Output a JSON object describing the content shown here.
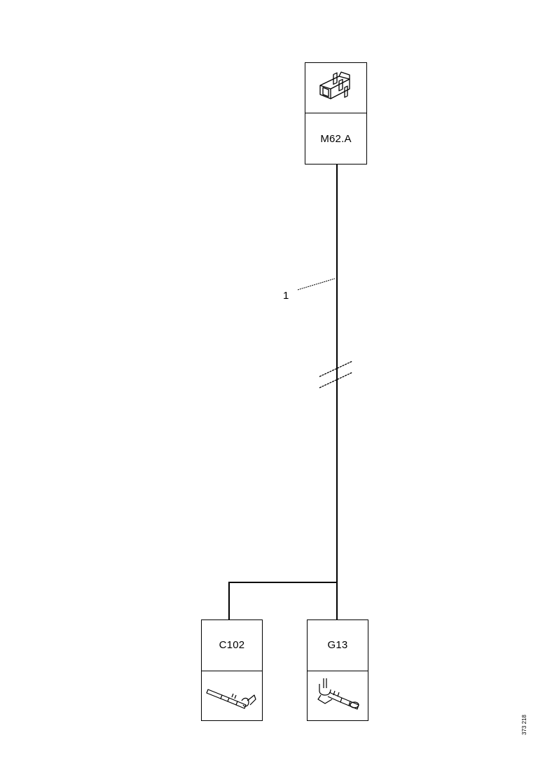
{
  "connectors": [
    {
      "id": "M62.A",
      "label": "M62.A",
      "icon": "connector-housing-icon"
    },
    {
      "id": "C102",
      "label": "C102",
      "icon": "crimp-terminal-icon"
    },
    {
      "id": "G13",
      "label": "G13",
      "icon": "ring-terminal-icon"
    }
  ],
  "wire": {
    "callout": "1",
    "break_mark": "double-slash-break"
  },
  "reference_code": "373 218"
}
